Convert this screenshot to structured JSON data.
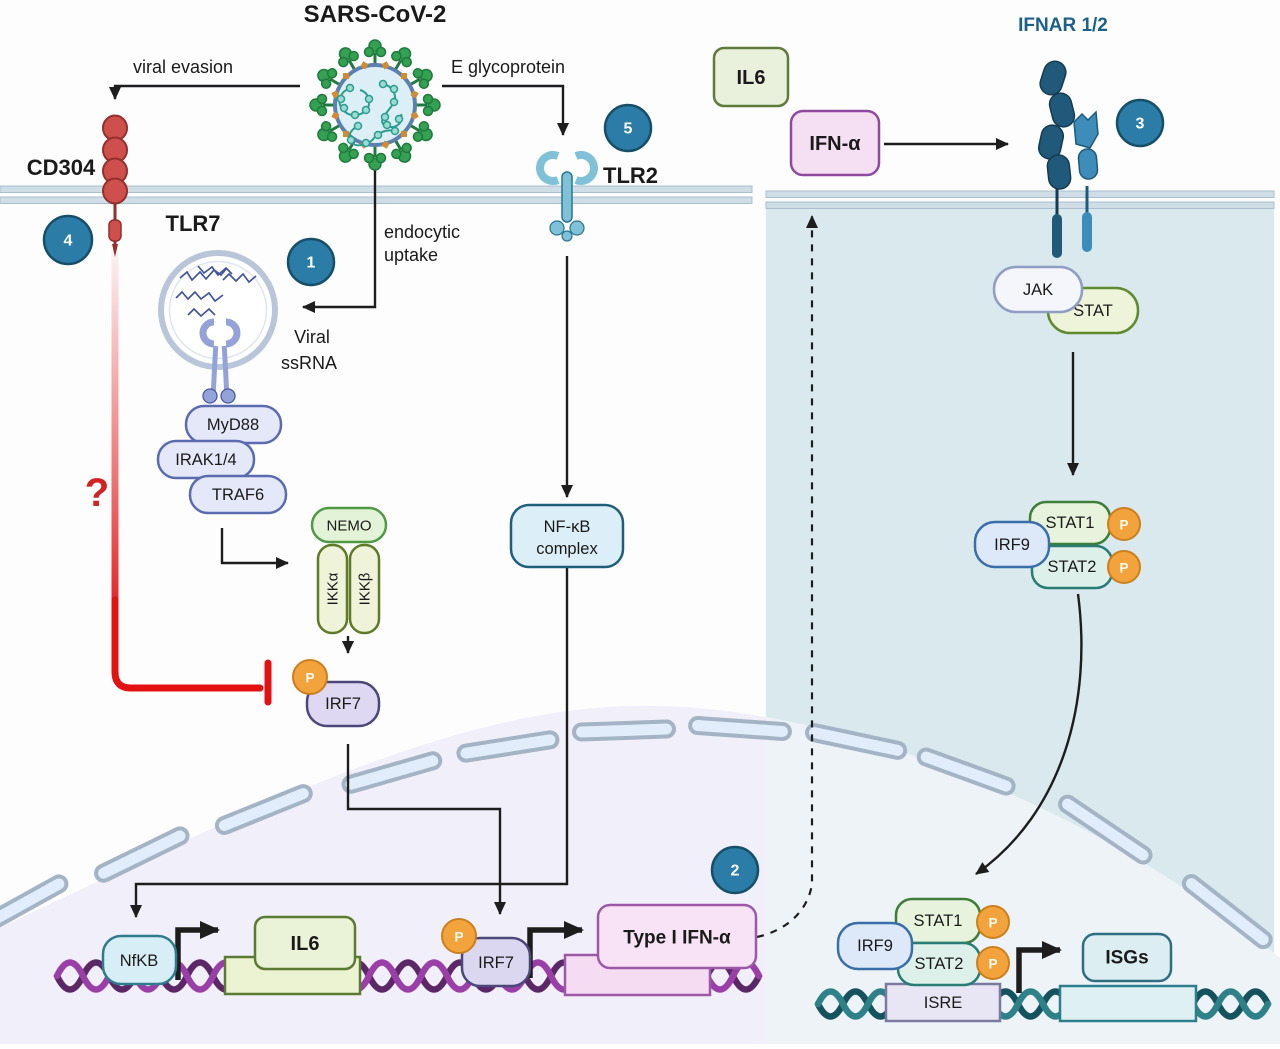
{
  "virus": {
    "label": "SARS-CoV-2"
  },
  "labels": {
    "viral_evasion": "viral evasion",
    "e_glycoprotein": "E glycoprotein",
    "endocytic_1": "endocytic",
    "endocytic_2": "uptake",
    "ssrna_1": "Viral",
    "ssrna_2": "ssRNA",
    "question": "?"
  },
  "receptors": {
    "cd304": "CD304",
    "tlr7": "TLR7",
    "tlr2": "TLR2",
    "ifnar": "IFNAR 1/2"
  },
  "badges": {
    "b1": "1",
    "b2": "2",
    "b3": "3",
    "b4": "4",
    "b5": "5"
  },
  "phospho": "P",
  "left_cell": {
    "myd88": "MyD88",
    "irak": "IRAK1/4",
    "traf6": "TRAF6",
    "nemo": "NEMO",
    "ikka": "IKKα",
    "ikkb": "IKKβ",
    "irf7": "IRF7",
    "nfkb_complex_1": "NF-κB",
    "nfkb_complex_2": "complex",
    "nucleus": {
      "nfkb": "NfKB",
      "il6": "IL6",
      "irf7": "IRF7",
      "type1ifn": "Type I IFN-α"
    }
  },
  "cytokines": {
    "il6": "IL6",
    "ifn_alpha": "IFN-α"
  },
  "right_cell": {
    "jak": "JAK",
    "stat": "STAT",
    "cyto": {
      "irf9": "IRF9",
      "stat1": "STAT1",
      "stat2": "STAT2"
    },
    "nucleus": {
      "irf9": "IRF9",
      "stat1": "STAT1",
      "stat2": "STAT2",
      "isre": "ISRE",
      "isgs": "ISGs"
    }
  },
  "colors": {
    "badge_fill": "#2b7ca6",
    "phospho_fill": "#f2a33c",
    "inhibition_red": "#e31212",
    "membrane": "#cfdde6",
    "right_cell_fill": "#d9e9ee",
    "left_nucleus_fill": "#f1eff9",
    "right_nucleus_fill": "#eef3f8",
    "dna_left_purple": "#9b3fa8",
    "dna_right_teal": "#2e8188",
    "green_node_border": "#5f7b3a",
    "purple_node_border": "#8e4a9e",
    "teal_node_border": "#2e7d8c",
    "ifnar_label_blue": "#1d6089"
  }
}
